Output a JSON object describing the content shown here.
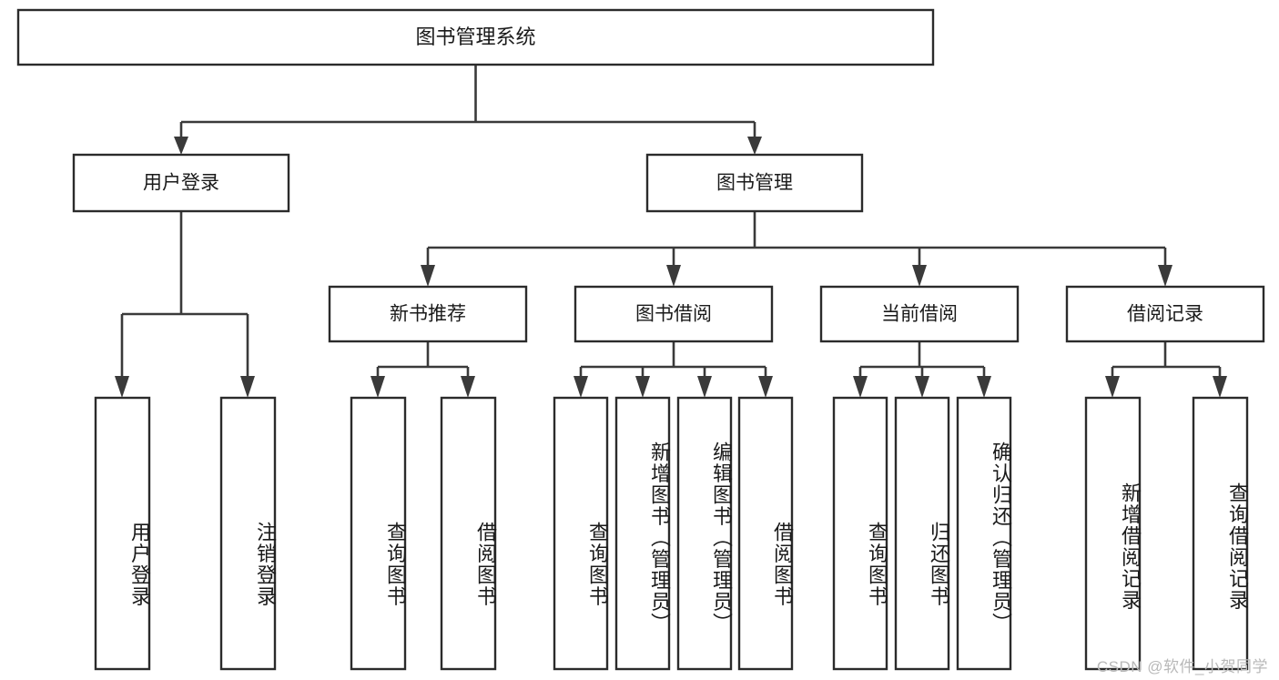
{
  "diagram": {
    "type": "tree-hierarchy",
    "title": "图书管理系统",
    "watermark": "CSDN @软件_小贺同学",
    "colors": {
      "box_fill": "#ffffff",
      "box_stroke": "#2b2b2b",
      "edge": "#3a3a3a",
      "text": "#1a1a1a",
      "watermark": "#b9b9b9",
      "background": "#ffffff"
    },
    "nodes": {
      "root": {
        "label": "图书管理系统"
      },
      "level2": [
        {
          "id": "user-login",
          "label": "用户登录"
        },
        {
          "id": "book-manage",
          "label": "图书管理"
        }
      ],
      "level3": [
        {
          "id": "new-book-recommend",
          "label": "新书推荐"
        },
        {
          "id": "book-borrow",
          "label": "图书借阅"
        },
        {
          "id": "current-borrow",
          "label": "当前借阅"
        },
        {
          "id": "borrow-record",
          "label": "借阅记录"
        }
      ],
      "leaves": {
        "user_login": [
          {
            "id": "leaf-user-login",
            "label": "用户登录"
          },
          {
            "id": "leaf-logout-login",
            "label": "注销登录"
          }
        ],
        "new_book_recommend": [
          {
            "id": "leaf-query-book-1",
            "label": "查询图书"
          },
          {
            "id": "leaf-borrow-book-1",
            "label": "借阅图书"
          }
        ],
        "book_borrow": [
          {
            "id": "leaf-query-book-2",
            "label": "查询图书"
          },
          {
            "id": "leaf-add-book",
            "label": "新增图书（管理员）"
          },
          {
            "id": "leaf-edit-book",
            "label": "编辑图书（管理员）"
          },
          {
            "id": "leaf-borrow-book-2",
            "label": "借阅图书"
          }
        ],
        "current_borrow": [
          {
            "id": "leaf-query-book-3",
            "label": "查询图书"
          },
          {
            "id": "leaf-return-book",
            "label": "归还图书"
          },
          {
            "id": "leaf-confirm-return",
            "label": "确认归还（管理员）"
          }
        ],
        "borrow_record": [
          {
            "id": "leaf-add-record",
            "label": "新增借阅记录"
          },
          {
            "id": "leaf-query-record",
            "label": "查询借阅记录"
          }
        ]
      }
    }
  }
}
